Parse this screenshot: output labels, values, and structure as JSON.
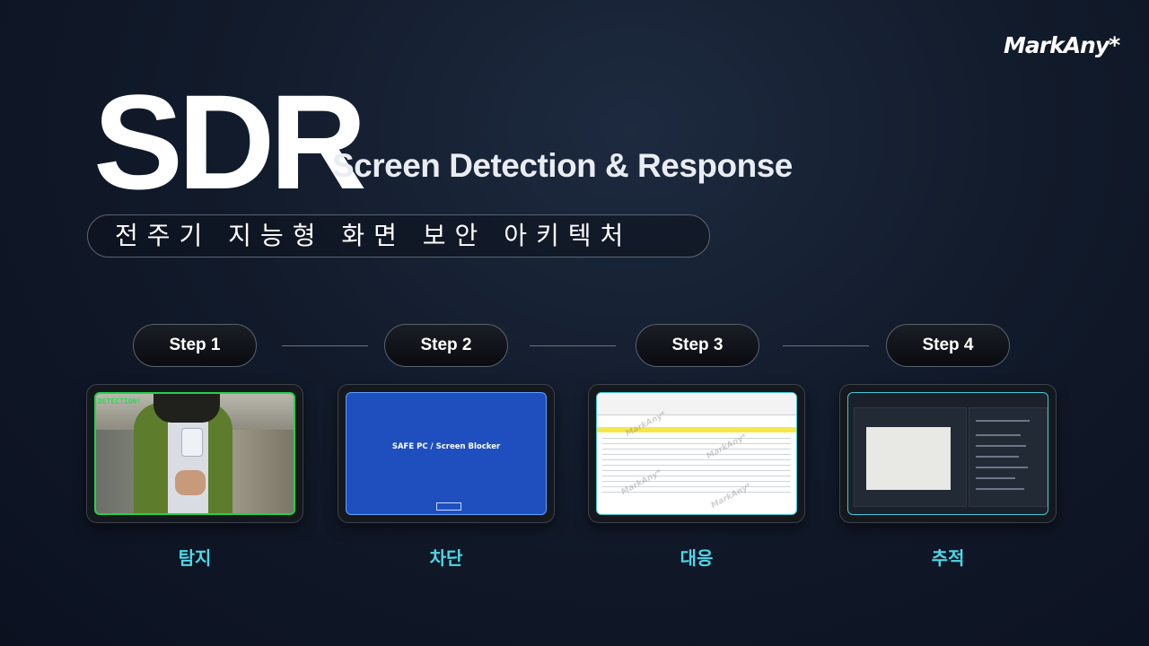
{
  "brand": {
    "logo": "MarkAny*"
  },
  "hero": {
    "title": "SDR",
    "subtitle": "Screen Detection & Response",
    "tagline": "전주기 지능형 화면 보안 아키텍처"
  },
  "steps": [
    {
      "label": "Step 1",
      "name": "탐지",
      "screen_caption": "DETECTION!"
    },
    {
      "label": "Step 2",
      "name": "차단",
      "screen_caption": "SAFE PC / Screen Blocker"
    },
    {
      "label": "Step 3",
      "name": "대응",
      "screen_caption": ""
    },
    {
      "label": "Step 4",
      "name": "추적",
      "screen_caption": ""
    }
  ],
  "colors": {
    "accent": "#4fd6e6",
    "background": "#121b2b",
    "detect_green": "#22d44a",
    "blocker_blue": "#1f4fbf"
  }
}
